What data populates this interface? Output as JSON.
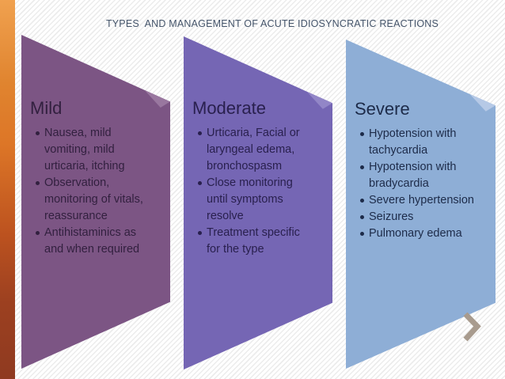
{
  "slide": {
    "title": "TYPES  AND MANAGEMENT OF ACUTE IDIOSYNCRATIC REACTIONS",
    "title_color": "#44546a"
  },
  "decor": {
    "left_bar_top_color": "#f0a14f",
    "left_bar_mid_color": "#dd7627",
    "left_bar_bottom_color": "#8f3a20",
    "background_stripe_color": "#ececec",
    "icons": {
      "next_chevron": "›"
    },
    "chevron_color": "#a89b8e"
  },
  "panels": [
    {
      "heading": "Mild",
      "fill": "#7c5584",
      "fold": "#99779f",
      "text_color": "#32203f",
      "bullets": [
        "Nausea, mild\nvomiting, mild\nurticaria, itching",
        "Observation,\nmonitoring of vitals,\nreassurance",
        "Antihistaminics as\nand when required"
      ]
    },
    {
      "heading": "Moderate",
      "fill": "#7566b4",
      "fold": "#9286c7",
      "text_color": "#29204e",
      "bullets": [
        "Urticaria, Facial or\nlaryngeal edema,\nbronchospasm",
        "Close monitoring\nuntil symptoms\nresolve",
        "Treatment specific\nfor the type"
      ]
    },
    {
      "heading": "Severe",
      "fill": "#8eaed6",
      "fold": "#b6c9e6",
      "text_color": "#1d2b49",
      "bullets": [
        "Hypotension with\ntachycardia",
        "Hypotension with\nbradycardia",
        "Severe hypertension",
        "Seizures",
        "Pulmonary edema"
      ]
    }
  ]
}
